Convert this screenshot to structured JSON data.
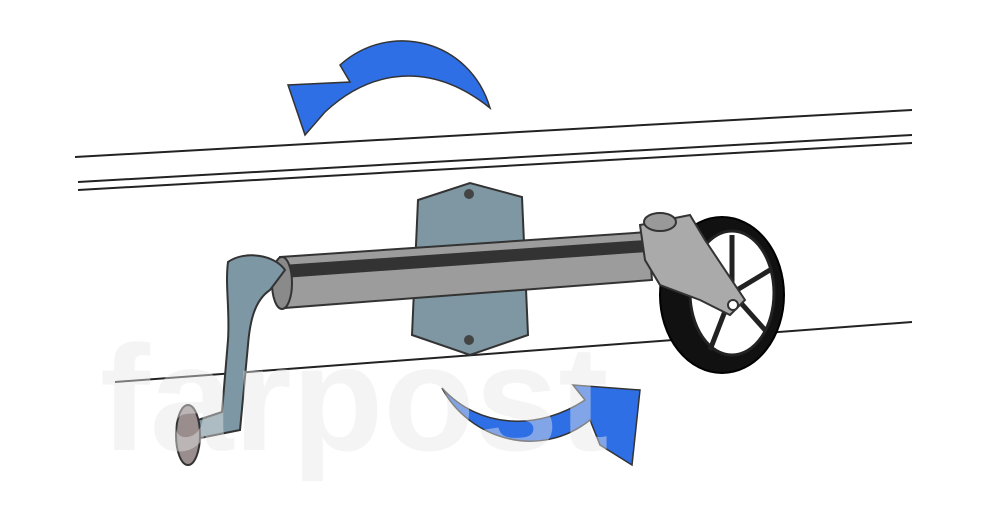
{
  "watermark": "farpost",
  "colors": {
    "arrow": "#2f6fe6",
    "bracket": "#7f97a3",
    "tube": "#9c9c9c",
    "crank": "#7e97a5",
    "wheel": "#111111",
    "knob": "#9a8d8d"
  },
  "illustration": {
    "subject": "crank-wheel-mechanism",
    "rotation_arrows": 2
  }
}
